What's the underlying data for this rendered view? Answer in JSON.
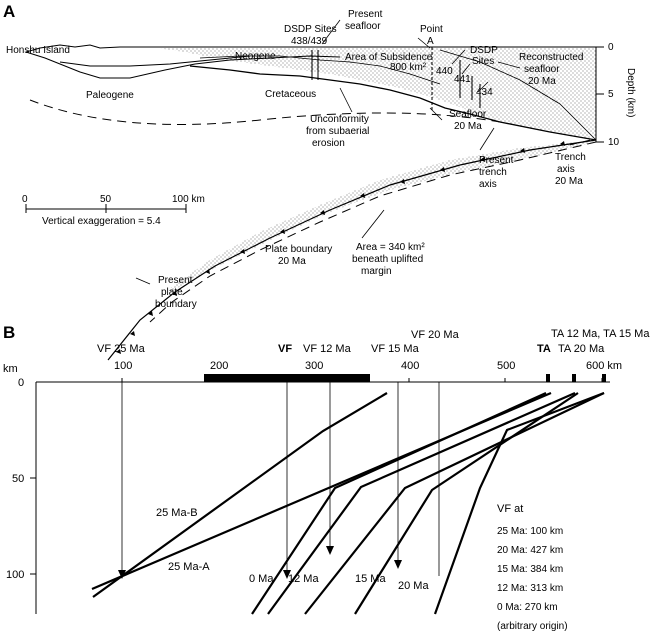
{
  "panel_a": {
    "letter": "A",
    "labels": {
      "honshu": "Honshu Island",
      "dsdp_sites_1": "DSDP Sites",
      "dsdp_sites_1_num": "438/439",
      "present_seafloor_1": "Present",
      "present_seafloor_2": "seafloor",
      "point_a_1": "Point",
      "point_a_2": "A",
      "neogene": "Neogene",
      "area_subsidence": "Area of Subsidence",
      "area_subsidence_val": "800 km²",
      "dsdp_sites_2a": "DSDP",
      "dsdp_sites_2b": "Sites",
      "site_440": "440",
      "site_441": "441",
      "site_434": "434",
      "recon_1": "Reconstructed",
      "recon_2": "seafloor",
      "recon_3": "20 Ma",
      "paleogene": "Paleogene",
      "cretaceous": "Cretaceous",
      "seafloor_1": "Seafloor",
      "seafloor_2": "20 Ma",
      "unconf_1": "Unconformity",
      "unconf_2": "from subaerial",
      "unconf_3": "erosion",
      "ptrench_1": "Present",
      "ptrench_2": "trench",
      "ptrench_3": "axis",
      "trench20_1": "Trench",
      "trench20_2": "axis",
      "trench20_3": "20 Ma",
      "area340_1": "Area = 340 km²",
      "area340_2": "beneath uplifted",
      "area340_3": "margin",
      "pb20_1": "Plate boundary",
      "pb20_2": "20 Ma",
      "ppb_1": "Present",
      "ppb_2": "plate",
      "ppb_3": "boundary",
      "scale_0": "0",
      "scale_50": "50",
      "scale_100": "100 km",
      "vert_exag": "Vertical exaggeration = 5.4"
    },
    "depth_axis": {
      "label": "Depth (km)",
      "ticks": [
        "0",
        "5",
        "10"
      ]
    }
  },
  "panel_b": {
    "letter": "B",
    "x_unit": "km",
    "x_ticks": [
      "100",
      "200",
      "300",
      "400",
      "500",
      "600 km"
    ],
    "y_ticks": [
      "0",
      "50",
      "100"
    ],
    "top_labels": {
      "vf25": "VF 25 Ma",
      "vf": "VF",
      "vf12": "VF 12 Ma",
      "vf15": "VF 15 Ma",
      "vf20": "VF 20 Ma",
      "ta": "TA",
      "ta20": "TA 20 Ma",
      "ta1215": "TA 12 Ma, TA 15 Ma"
    },
    "line_labels": {
      "ma25b": "25 Ma-B",
      "ma25a": "25 Ma-A",
      "ma0": "0 Ma",
      "ma12": "12 Ma",
      "ma15": "15 Ma",
      "ma20": "20 Ma"
    },
    "vf_table": {
      "title": "VF at",
      "rows": [
        "25 Ma: 100 km",
        "20 Ma: 427 km",
        "15 Ma: 384 km",
        "12 Ma: 313 km",
        "0 Ma: 270 km"
      ],
      "note": "(arbitrary origin)"
    }
  }
}
